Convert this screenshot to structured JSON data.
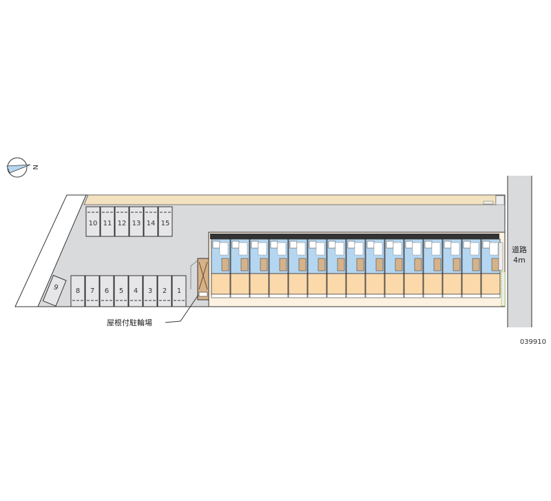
{
  "compass": {
    "north_label": "N"
  },
  "parking": {
    "top_spaces": [
      "10",
      "11",
      "12",
      "13",
      "14",
      "15"
    ],
    "bottom_spaces": [
      "8",
      "7",
      "6",
      "5",
      "4",
      "3",
      "2",
      "1"
    ],
    "angled_space": "9"
  },
  "bike_shed_label": "屋根付駐輪場",
  "road": {
    "name": "道路",
    "width": "4m"
  },
  "building": {
    "unit_count": 15
  },
  "property_code": "039910",
  "colors": {
    "lot": "#d9dadc",
    "beige": "#f3e2bf",
    "unit_floor": "#fbd9ab",
    "unit_wet": "#b5d6f0",
    "road": "#d9dadc",
    "outline": "#333333"
  }
}
